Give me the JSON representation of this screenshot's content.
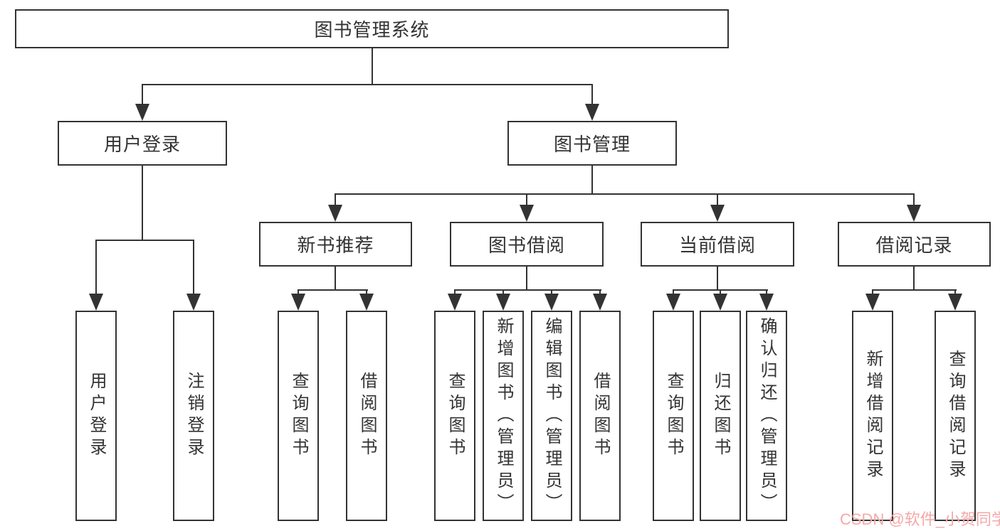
{
  "tree": {
    "root": "图书管理系统",
    "branches": [
      {
        "label": "用户登录",
        "children": [
          {
            "label": "用户登录"
          },
          {
            "label": "注销登录"
          }
        ]
      },
      {
        "label": "图书管理",
        "children": [
          {
            "label": "新书推荐",
            "children": [
              {
                "label": "查询图书"
              },
              {
                "label": "借阅图书"
              }
            ]
          },
          {
            "label": "图书借阅",
            "children": [
              {
                "label": "查询图书"
              },
              {
                "label": "新增图书（管理员）"
              },
              {
                "label": "编辑图书（管理员）"
              },
              {
                "label": "借阅图书"
              }
            ]
          },
          {
            "label": "当前借阅",
            "children": [
              {
                "label": "查询图书"
              },
              {
                "label": "归还图书"
              },
              {
                "label": "确认归还（管理员）"
              }
            ]
          },
          {
            "label": "借阅记录",
            "children": [
              {
                "label": "新增借阅记录"
              },
              {
                "label": "查询借阅记录"
              }
            ]
          }
        ]
      }
    ]
  },
  "watermark": {
    "text": "CSDN @软件_小贺同学"
  },
  "colors": {
    "line": "#333333",
    "text": "#333333",
    "background": "#ffffff",
    "watermark": "#f5a8a8"
  }
}
